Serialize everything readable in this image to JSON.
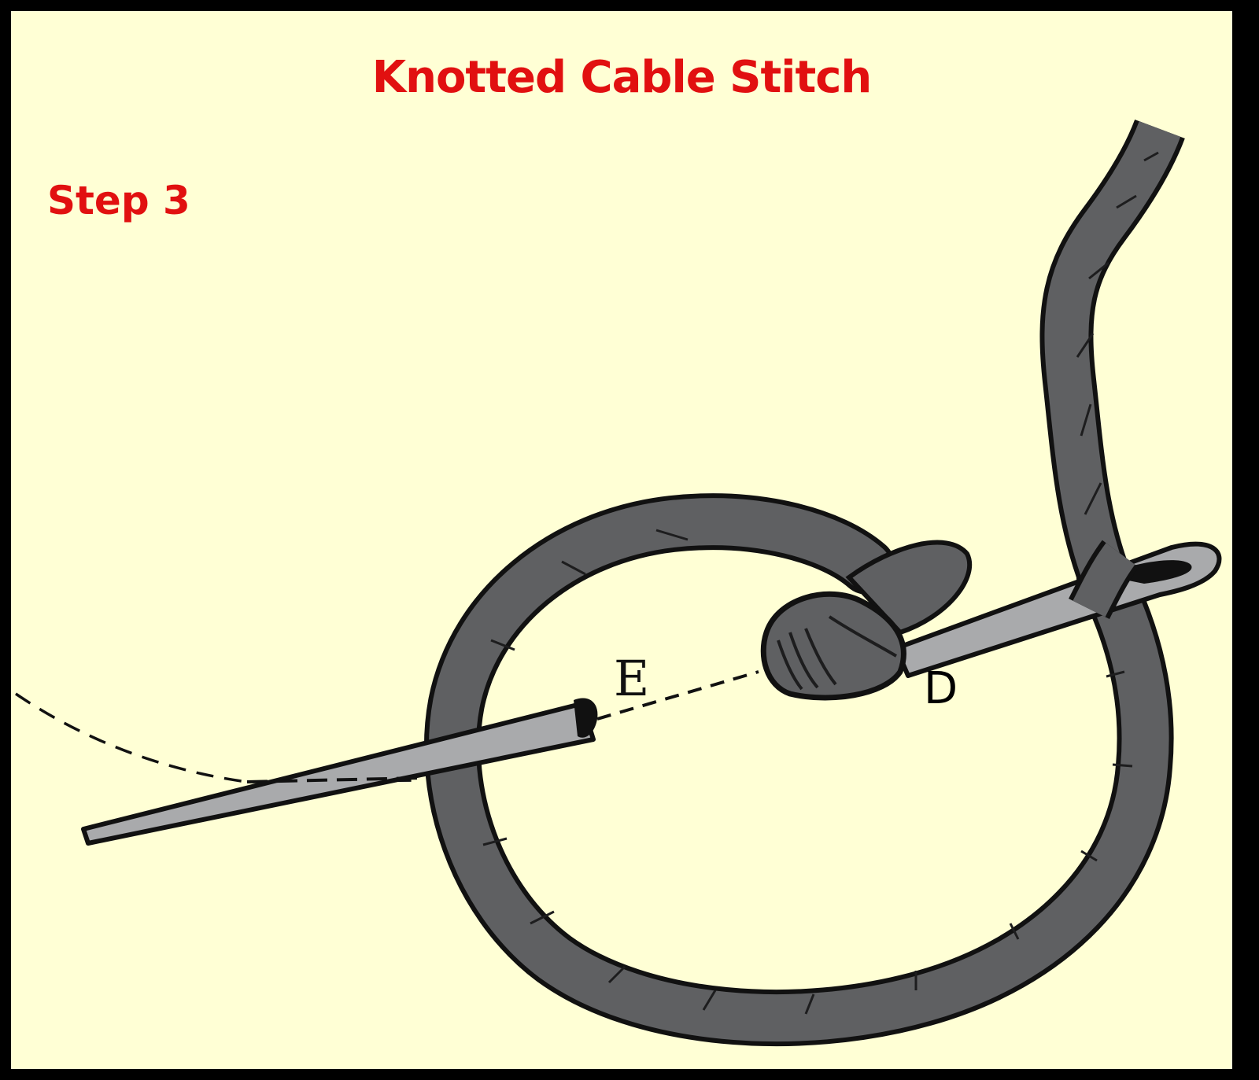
{
  "title": "Knotted Cable Stitch",
  "step_label": "Step 3",
  "point_labels": {
    "e": "E",
    "d": "D"
  },
  "colors": {
    "background": "#ffffd5",
    "frame": "#000000",
    "heading": "#e11010",
    "thread": "#5f6062",
    "needle": "#a9aaac",
    "outline": "#111111"
  }
}
